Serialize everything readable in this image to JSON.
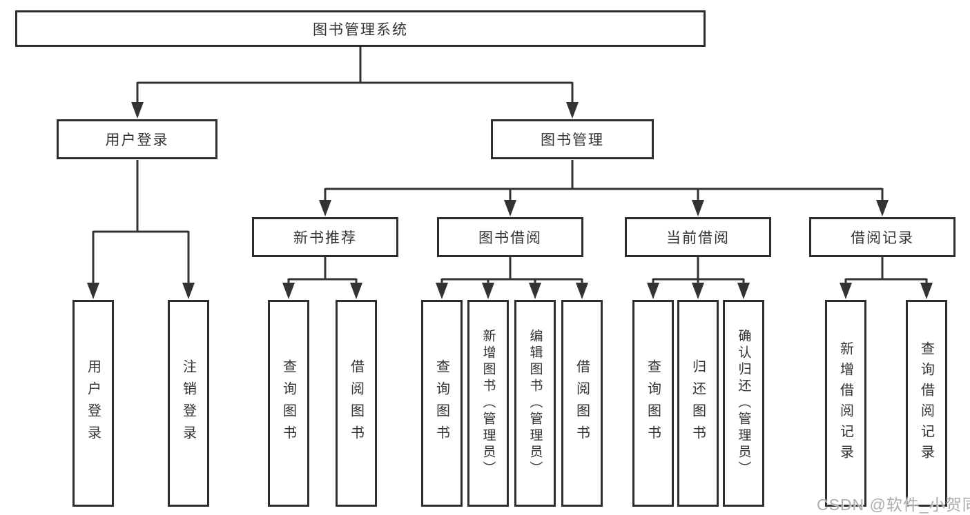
{
  "tree": {
    "root": "图书管理系统",
    "branches": [
      {
        "label": "用户登录",
        "children": [
          "用户登录",
          "注销登录"
        ]
      },
      {
        "label": "图书管理",
        "children": [
          {
            "label": "新书推荐",
            "children": [
              "查询图书",
              "借阅图书"
            ]
          },
          {
            "label": "图书借阅",
            "children": [
              "查询图书",
              "新增图书（管理员）",
              "编辑图书（管理员）",
              "借阅图书"
            ]
          },
          {
            "label": "当前借阅",
            "children": [
              "查询图书",
              "归还图书",
              "确认归还（管理员）"
            ]
          },
          {
            "label": "借阅记录",
            "children": [
              "新增借阅记录",
              "查询借阅记录"
            ]
          }
        ]
      }
    ]
  },
  "watermark": "CSDN @软件_小贺同学",
  "colors": {
    "box_border": "#2d2d2d",
    "connector_line": "#333333",
    "text": "#333333",
    "background": "#ffffff",
    "watermark": "#9e9e9e"
  }
}
